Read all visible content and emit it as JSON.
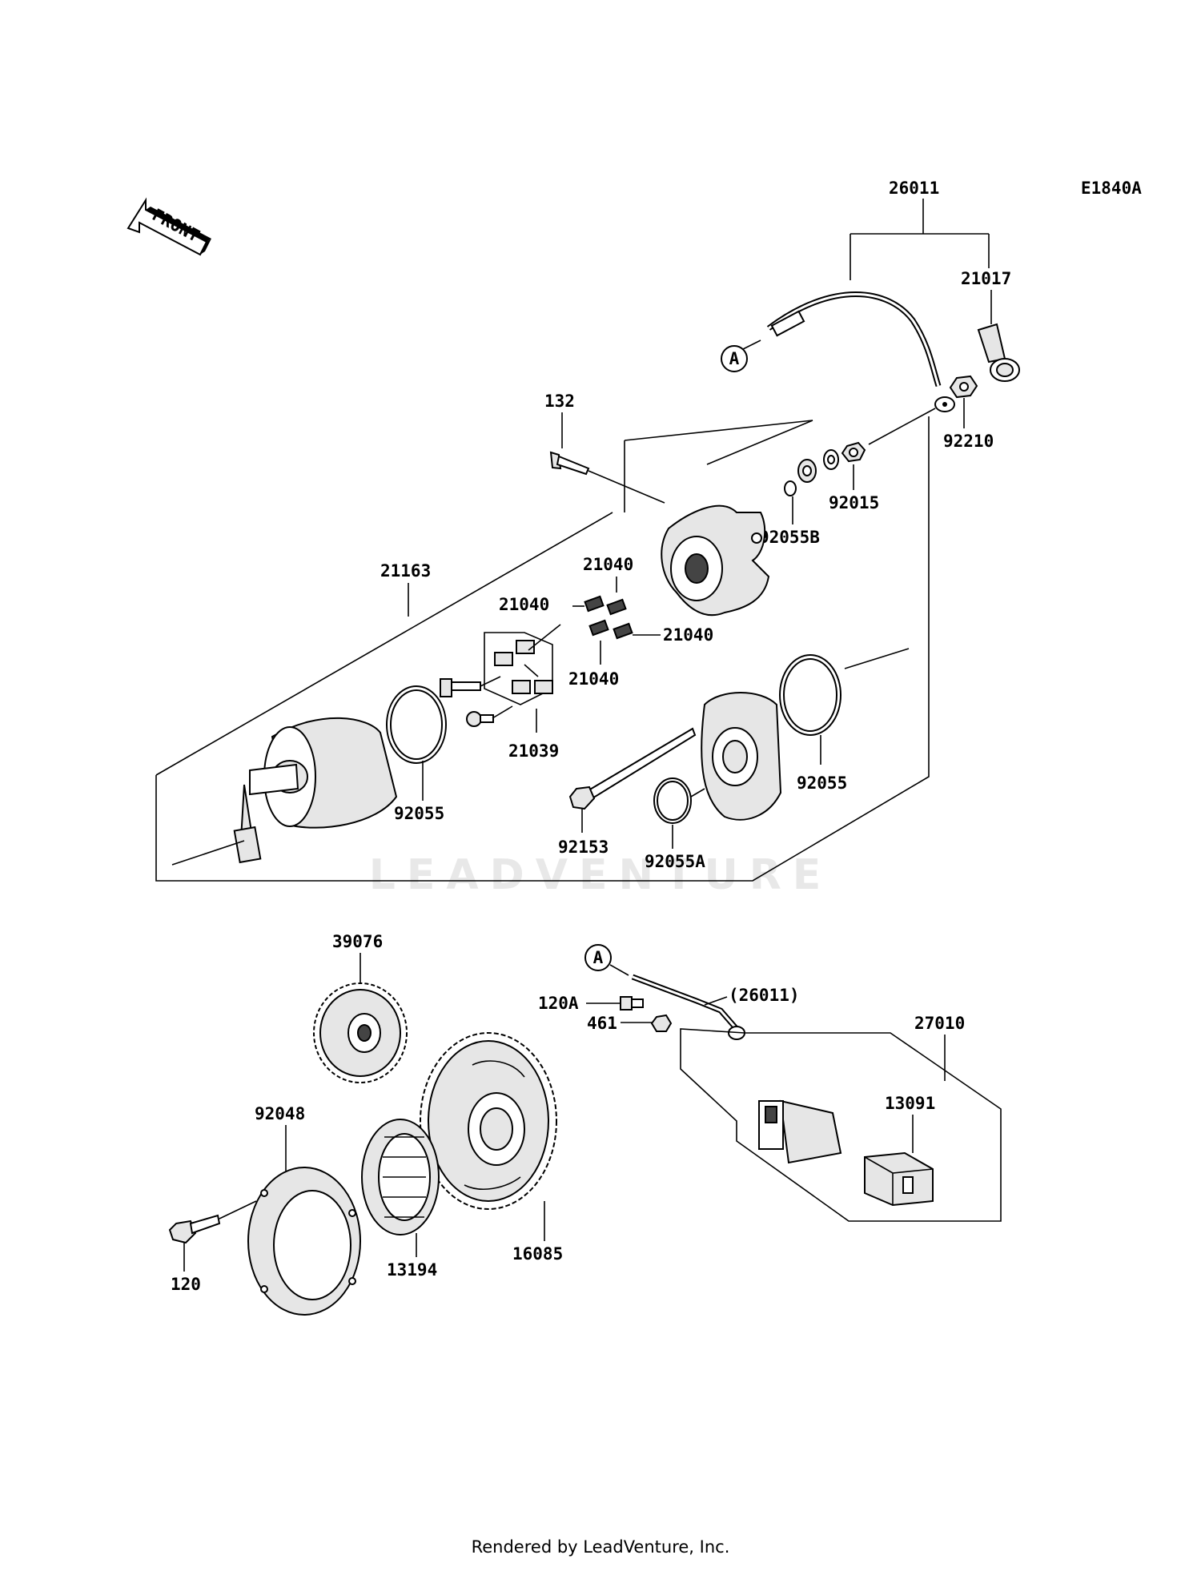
{
  "diagram_code": "E1840A",
  "front_arrow_label": "FRONT",
  "connector_label": "A",
  "watermark": "LEADVENTURE",
  "footer": "Rendered by LeadVenture, Inc.",
  "parts": {
    "p26011": "26011",
    "p21017": "21017",
    "p92210": "92210",
    "p92015": "92015",
    "p92055B": "92055B",
    "p132": "132",
    "p21163": "21163",
    "p21040a": "21040",
    "p21040b": "21040",
    "p21040c": "21040",
    "p21040d": "21040",
    "p21039": "21039",
    "p92055a": "92055",
    "p92055b": "92055",
    "p92153": "92153",
    "p92055A": "92055A",
    "p39076": "39076",
    "p120A": "120A",
    "p26011ref": "(26011)",
    "p461": "461",
    "p27010": "27010",
    "p13091": "13091",
    "p92048": "92048",
    "p120": "120",
    "p13194": "13194",
    "p16085": "16085"
  }
}
